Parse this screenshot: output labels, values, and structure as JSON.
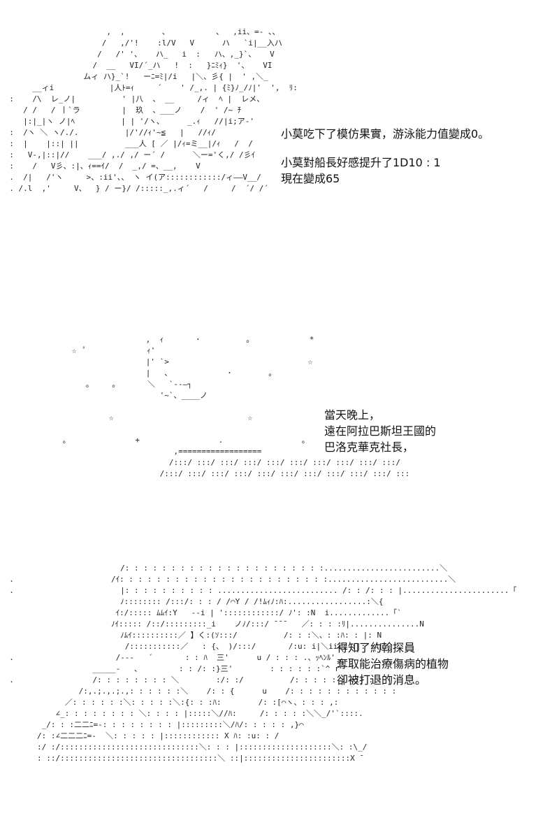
{
  "panels": [
    {
      "caption_paragraphs": [
        {
          "lines": [
            "小莫吃下了模仿果實，游泳能力值變成0。"
          ]
        },
        {
          "lines": [
            "小莫對船長好感提升了1D10 : 1",
            "現在變成65"
          ]
        }
      ]
    },
    {
      "caption_paragraphs": [
        {
          "lines": [
            "當天晚上，",
            "遠在阿拉巴斯坦王國的",
            "巴洛克華克社長，"
          ]
        }
      ]
    },
    {
      "caption_paragraphs": [
        {
          "lines": [
            "得知了約翰探員",
            "奪取能治療傷病的植物",
            "卻被打退的消息。"
          ]
        }
      ]
    }
  ],
  "art": {
    "panel1": "                       ,  ,        、          、  ,ii、=- 、、\n                      /   ,/'!    :l/V   V      ハ   `i|__入ハ\n                     /   /' '、   ハ_   i  :   ハ、,_}`、   V\n                    /  __   VI/´_ハ   !  :   }ﾆﾐｨ}  '、   VI\n                  ムィ ハ}_`!   ーﾆ=ﾐ|/i   |＼、彡{ |  ' ,＼_\n       __ィi            |人ﾄ=ｨ     ´    ' /_,. | {ﾐ}ﾉ_/ﾉ|'  ',  ﾘ:\n  :    /\\  レ_ノ|          ' |八  、 __     /ィ  ﾍ |  レメ、\n     / /   / 丨`ラ         |  玖  、___ノ    /  ' /~ ﾁ\n     |:|_|ヽ ノ|ﾍ          | | '/ヽ、     _.ｨ   //|i;ア-'\n  :  /ヽ ＼ ヽ/./.          |/'//ｨ'~≦   |   //ｨ/\n  :  |    |::| ||          ___人 [ ／ |/ｨ=ミ__|/ｨ   /  /\n  :   V-,|::|//    ___/ ,./ ,/ ー´ /      ＼ー='く,/ /彡ｲ\n  :    /   V彡、:|、ｨ==ｲ/  /  _,/ =、__,    V\n  .  /|   /'ヽ     >、:ii'、、 ヽ イ(ア::::::::::::/ィ――V__/\n  . /.l  ,'     V、  } / ー}/ /:::::_,.ィ´   /     /  ´/ /´",
    "panel2": "                           ,  ｨ       ･          。            *\n           ☆  ﾟ             ｨ'\n                           |' `>                              ☆\n                           |   、            ･        。\n              。    。      ＼   `--―┐\n                              '~`、____ノ\n\n                   ☆                             ☆\n\n         。              +                 .                 。\n                                 ,==================\n                                /:::/ :::/ :::/ :::/ :::/ :::/ :::/ :::/ :::/ :::/\n                              /:::/ :::/ :::/ :::/ :::/ :::/ :::/ :::/ :::/ :::/ ::: ",
    "panel3": "                          /: : : : : : : : : : : : : : : : : : : : : :.........................＼\n  .                     /ｲ: : : : : : : : : : : : : : : : : : : : : : :..........................＼\n  .                       |: : : : : : : : : : .......................... /: : /: : : |.......................「\n                          ﾉ:::::::: /:::/: : : / /⌒Y / /!ﾑｨﾉ:ﾊ:.................:＼{\n                         ｲ:/::::: ﾑﾑｲ:Y   --i | '::::::::::::/ ﾉ': :N  i.............「`\n                        ﾉｲ::::: /::/:::::::::_i    ノﾉ/:::/ ̄ ̄ ̄    ／: : : :ﾘ|...............N\n                          ﾉﾑｲ::::::::::／ 】く:(ｿ:::/          /: : :＼、: :ﾊ: : |: N\n                           /:::::::::::／   : {、 )/:::/       /:u: i|＼iii: :|:  ﾊ[\n  .                      /---   ´       : : ﾊ  三'      u / : : : .、ｯﾍﾝﾙ'\n                    _____-   、        : : /: :}三'        : : : : : :`^ r\n  .                 /: : : : : : : : ＼        :/: :/          /: : : : : : :ij : : |\n                 /:,.;.,.;.,: : : : : :＼    /: : {      u    /: : : : : : : : : : : :\n              ／: : : : : :＼: : : : :＼:{: : :ﾊ:        /: :[⌒ヽ、: : : ,:\n            ∠_: : : : : : : : ＼: : : : |:::::＼//ﾊ:     /: : : : :＼＼_/'`::::.\n         _/: : :二二ﾆ=-: : : : : : : : |:::::::::＼/ﾊ/: : : : : ,}⌒\n        /: :∠二二二ﾆ=-  ＼: : : : : |:::::::::::: X ﾊ: :u: : /\n        :/ :/::::::::::::::::::::::::::::::＼: : : |::::::::::::::::::::＼: :\\_/\n        : ::/::::::::::::::::::::::::::::::::::＼ ::|:::::::::::::::::::::::X ̄"
  }
}
